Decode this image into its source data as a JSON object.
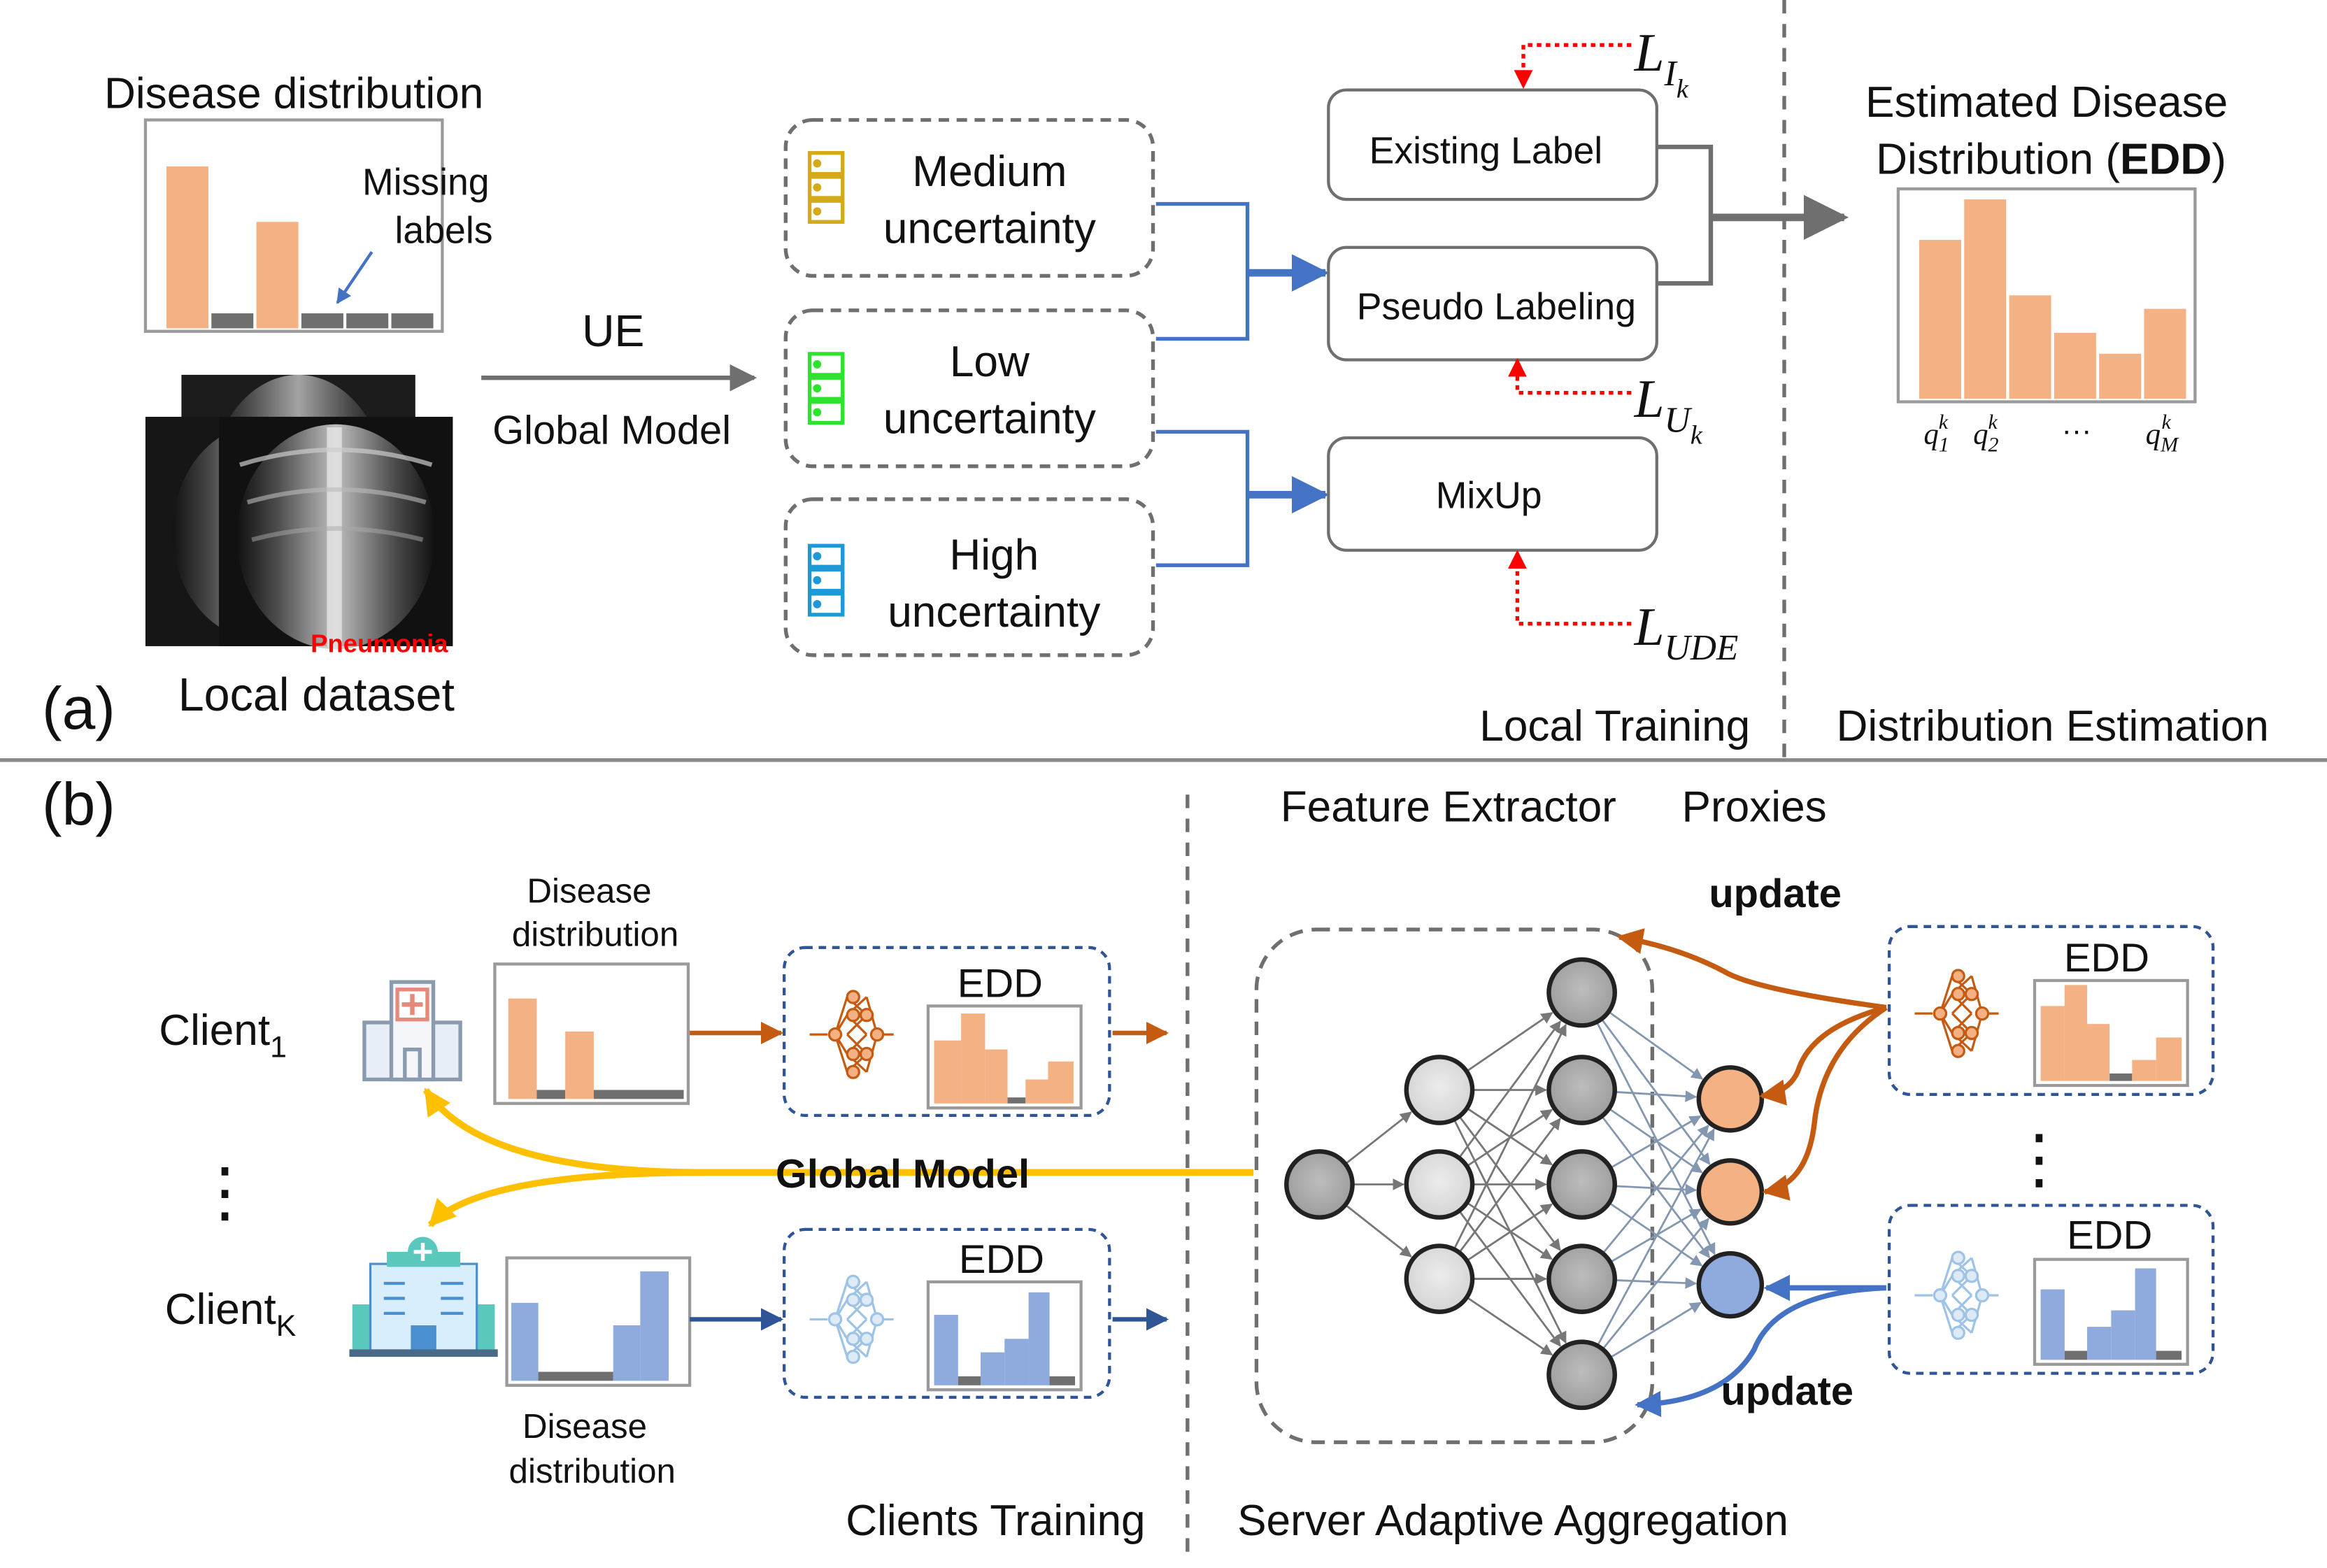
{
  "panel_a": {
    "tag": "(a)",
    "disease_distribution_title": "Disease distribution",
    "missing_labels_line1": "Missing",
    "missing_labels_line2": "labels",
    "pneumonia_label": "Pneumonia",
    "local_dataset_label": "Local dataset",
    "ue_label": "UE",
    "global_model_label": "Global Model",
    "uncertainty_groups": [
      {
        "line1": "Medium",
        "line2": "uncertainty",
        "color": "#d4aa1a"
      },
      {
        "line1": "Low",
        "line2": "uncertainty",
        "color": "#2ee32e"
      },
      {
        "line1": "High",
        "line2": "uncertainty",
        "color": "#1f98d6"
      }
    ],
    "existing_label_box": "Existing Label",
    "pseudo_labeling_box": "Pseudo Labeling",
    "mixup_box": "MixUp",
    "loss_i_main": "L",
    "loss_i_sub": "I",
    "loss_i_subsub": "k",
    "loss_u_main": "L",
    "loss_u_sub": "U",
    "loss_u_subsub": "k",
    "loss_ude_main": "L",
    "loss_ude_sub": "UDE",
    "local_training_label": "Local Training",
    "distribution_estimation_label": "Distribution Estimation",
    "edd_title_line1": "Estimated Disease",
    "edd_title_line2_pre": "Distribution (",
    "edd_title_line2_bold": "EDD",
    "edd_title_line2_post": ")",
    "edd_tick_q": "q",
    "edd_tick_k": "k",
    "edd_tick_1": "1",
    "edd_tick_2": "2",
    "edd_tick_dots": "···",
    "edd_tick_m": "M"
  },
  "panel_b": {
    "tag": "(b)",
    "client1_label": "Client",
    "client1_sub": "1",
    "clientk_label": "Client",
    "clientk_sub": "K",
    "vertical_dots": "⋮",
    "disease_distribution_top_line1": "Disease",
    "disease_distribution_top_line2": "distribution",
    "disease_distribution_bottom_line1": "Disease",
    "disease_distribution_bottom_line2": "distribution",
    "edd_label": "EDD",
    "global_model_label": "Global Model",
    "feature_extractor_label": "Feature Extractor",
    "proxies_label": "Proxies",
    "update_label": "update",
    "clients_training_label": "Clients Training",
    "server_aggregation_label": "Server Adaptive Aggregation"
  },
  "colors": {
    "orange_bar": "#f4b183",
    "blue_bar": "#8faadc",
    "gray_bar": "#6f6f6f",
    "arrow_blue": "#4472c4",
    "arrow_orange": "#c55a11",
    "arrow_yellow": "#ffc000",
    "loss_red": "#ff0000"
  }
}
